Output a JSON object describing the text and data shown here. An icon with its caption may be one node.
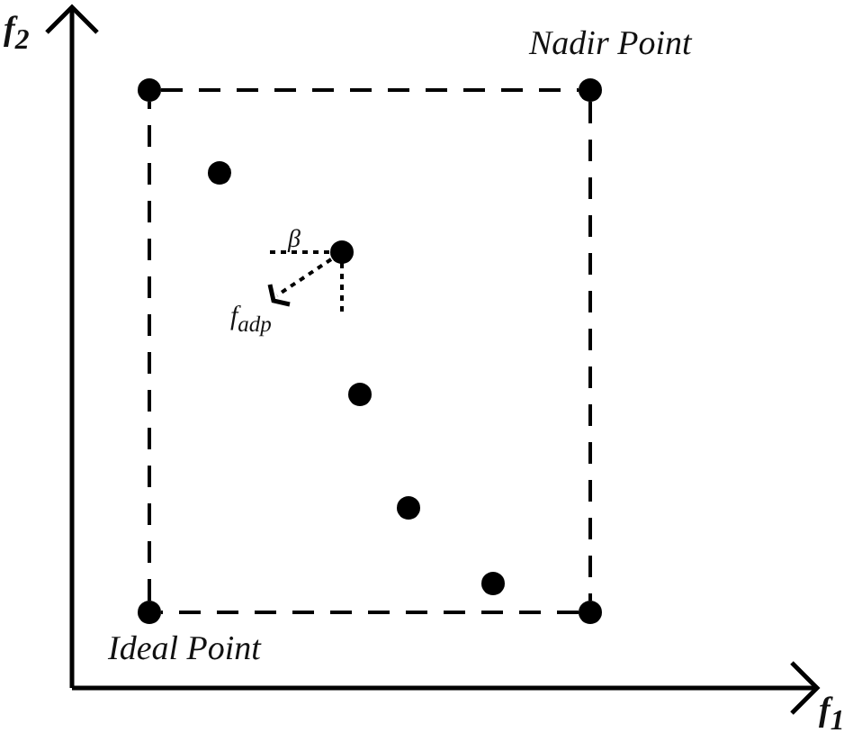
{
  "diagram": {
    "nodes": [
      {
        "text": [],
        "shape": "circle"
      },
      {
        "text": [],
        "shape": "circle",
        "beside": [
          "Nadir Point"
        ]
      },
      {
        "text": [],
        "shape": "circle"
      },
      {
        "text": [],
        "shape": "circle",
        "beside": [
          "Ideal Point"
        ]
      },
      {
        "text": [],
        "shape": "circle"
      },
      {
        "text": [],
        "shape": "circle"
      },
      {
        "text": [],
        "shape": "circle"
      },
      {
        "text": [],
        "shape": "circle"
      },
      {
        "text": [],
        "shape": "circle"
      }
    ],
    "edges": [
      {
        "from": 0,
        "to": 1,
        "arrow": "none",
        "style": "dashed"
      },
      {
        "from": 1,
        "to": 2,
        "arrow": "none",
        "style": "dashed"
      },
      {
        "from": 2,
        "to": 3,
        "arrow": "none",
        "style": "dashed"
      },
      {
        "from": 3,
        "to": 0,
        "arrow": "none",
        "style": "dashed"
      }
    ],
    "labels": [
      "f$_{2}$",
      "β",
      "f$_{adp}$",
      "f$_{1}$"
    ]
  }
}
